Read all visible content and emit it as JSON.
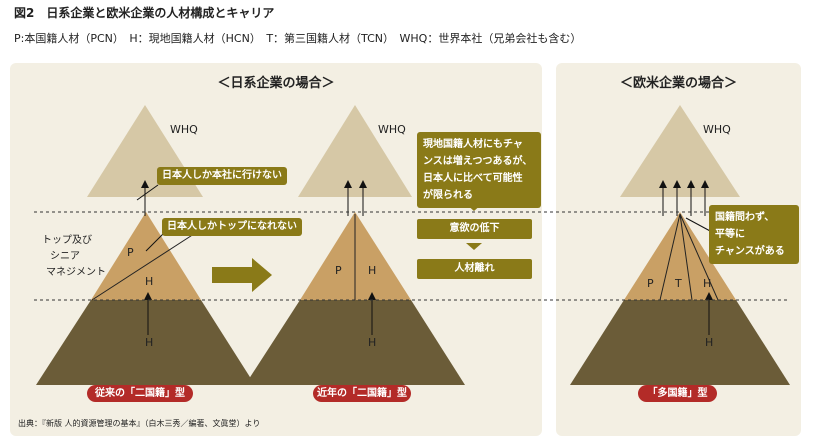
{
  "figure_title": "図2　日系企業と欧米企業の人材構成とキャリア",
  "legend": "P:本国籍人材（PCN）　H：現地国籍人材（HCN）　T：第三国籍人材（TCN）　WHQ：世界本社（兄弟会社も含む）",
  "panels": {
    "japanese_heading": "＜日系企業の場合＞",
    "western_heading": "＜欧米企業の場合＞"
  },
  "labels": {
    "whq": "WHQ",
    "p": "P",
    "h": "H",
    "t": "T",
    "top_management": [
      "トップ及び",
      "シニア",
      "マネジメント"
    ]
  },
  "callouts": {
    "only_japanese_hq": "日本人しか本社に行けない",
    "only_japanese_top": "日本人しかトップになれない",
    "local_chance_lines": [
      "現地国籍人材にもチャ",
      "ンスは増えつつあるが、",
      "日本人に比べて可能性",
      "が限られる"
    ],
    "motivation_decline": "意欲の低下",
    "talent_attrition": "人材離れ",
    "west_chance_lines": [
      "国籍問わず、",
      "平等に",
      "チャンスがある"
    ]
  },
  "captions": {
    "traditional": "従来の「二国籍」型",
    "recent": "近年の「二国籍」型",
    "multinational": "「多国籍」型"
  },
  "source": "出典：『新版 人的資源管理の基本』（白木三秀／編著、文眞堂）より",
  "colors": {
    "panel_bg": "#f3efe3",
    "whq_fill": "#d6c8a6",
    "middle_fill": "#c9a065",
    "base_fill": "#6b5c38",
    "banner": "#8a7a18",
    "pill": "#b32b28"
  }
}
